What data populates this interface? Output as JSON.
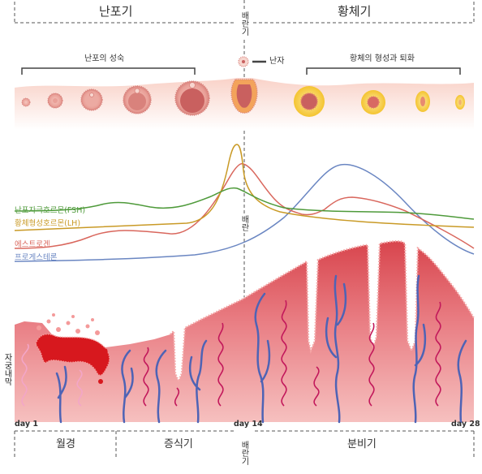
{
  "phases_top": {
    "left": "난포기",
    "right": "황체기"
  },
  "ovulation_label": "배란기",
  "ovarian": {
    "follicle_maturation": "난포의 성숙",
    "egg": "난자",
    "corpus_luteum": "황체의 형성과 퇴화"
  },
  "hormones": [
    {
      "name": "난포자극호르몬(FSH)",
      "color": "#4e9a3a"
    },
    {
      "name": "황체형성호르몬(LH)",
      "color": "#c99a26"
    },
    {
      "name": "에스트로겐",
      "color": "#d9675d"
    },
    {
      "name": "프로게스테론",
      "color": "#6a86c2"
    }
  ],
  "hormone_chart_vertical_label": "배란",
  "endometrium_label": "자궁내막",
  "days": {
    "start": "day 1",
    "mid": "day 14",
    "end": "day 28"
  },
  "phases_bottom": {
    "menstrual": "월경",
    "proliferative": "증식기",
    "ovulation": "배란기",
    "secretory": "분비기"
  },
  "colors": {
    "tissue": "#e88a8f",
    "tissue_dark": "#c9484f",
    "vein": "#4e63b5",
    "artery": "#c2185b",
    "blood": "#d7181e"
  }
}
